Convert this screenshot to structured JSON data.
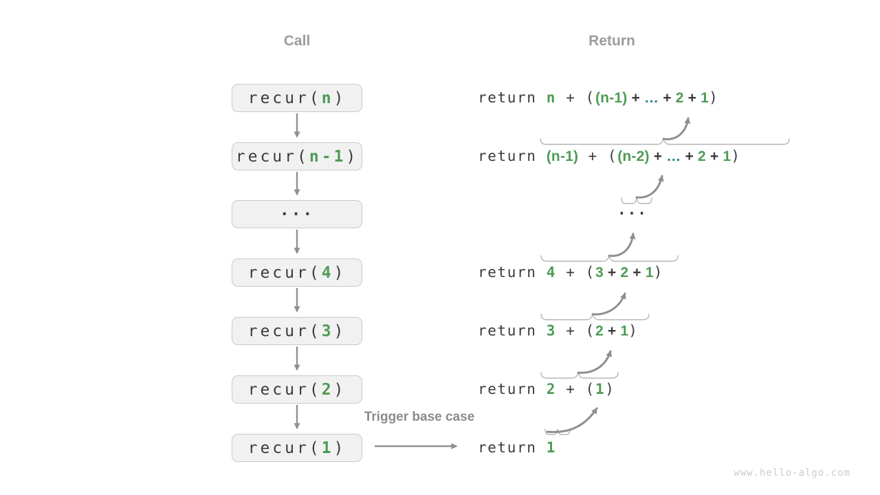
{
  "colors": {
    "green": "#4e9b55",
    "teal": "#2a808f",
    "text_dark": "#3b3b3b",
    "heading_gray": "#9c9c9c",
    "arrow_gray": "#8f8f8f",
    "brace_gray": "#b6b6b6",
    "box_fill": "#f1f1f1",
    "box_border": "#c9c9c9",
    "watermark_gray": "#cbcbcb"
  },
  "headings": {
    "call": "Call",
    "return": "Return"
  },
  "call_stack": {
    "boxes": [
      {
        "pre": "recur(",
        "arg": "n",
        "post": ")"
      },
      {
        "pre": "recur(",
        "arg": "n-1",
        "post": ")"
      },
      {
        "pre": "",
        "arg": "...",
        "post": ""
      },
      {
        "pre": "recur(",
        "arg": "4",
        "post": ")"
      },
      {
        "pre": "recur(",
        "arg": "3",
        "post": ")"
      },
      {
        "pre": "recur(",
        "arg": "2",
        "post": ")"
      },
      {
        "pre": "recur(",
        "arg": "1",
        "post": ")"
      }
    ]
  },
  "trigger_label": "Trigger base case",
  "return_lines": [
    {
      "segments": [
        {
          "t": "return ",
          "s": "mono"
        },
        {
          "t": "n",
          "s": "mono green"
        },
        {
          "t": " + (",
          "s": "mono"
        },
        {
          "t": "(n-1)",
          "s": "cond green"
        },
        {
          "t": " + ",
          "s": "cond"
        },
        {
          "t": "…",
          "s": "cond teal"
        },
        {
          "t": " + ",
          "s": "cond"
        },
        {
          "t": "2",
          "s": "cond green"
        },
        {
          "t": " + ",
          "s": "cond"
        },
        {
          "t": "1",
          "s": "cond green"
        },
        {
          "t": ")",
          "s": "mono"
        }
      ]
    },
    {
      "segments": [
        {
          "t": "return ",
          "s": "mono"
        },
        {
          "t": "(n-1)",
          "s": "cond green"
        },
        {
          "t": " + (",
          "s": "mono"
        },
        {
          "t": "(n-2)",
          "s": "cond green"
        },
        {
          "t": " + ",
          "s": "cond"
        },
        {
          "t": "…",
          "s": "cond teal"
        },
        {
          "t": " + ",
          "s": "cond"
        },
        {
          "t": "2",
          "s": "cond green"
        },
        {
          "t": " + ",
          "s": "cond"
        },
        {
          "t": "1",
          "s": "cond green"
        },
        {
          "t": ")",
          "s": "mono"
        }
      ]
    },
    {
      "segments": [
        {
          "t": "...",
          "s": "dots"
        }
      ]
    },
    {
      "segments": [
        {
          "t": "return ",
          "s": "mono"
        },
        {
          "t": "4",
          "s": "mono green"
        },
        {
          "t": " + (",
          "s": "mono"
        },
        {
          "t": "3",
          "s": "cond green"
        },
        {
          "t": " + ",
          "s": "cond"
        },
        {
          "t": "2",
          "s": "cond green"
        },
        {
          "t": " + ",
          "s": "cond"
        },
        {
          "t": "1",
          "s": "cond green"
        },
        {
          "t": ")",
          "s": "mono"
        }
      ]
    },
    {
      "segments": [
        {
          "t": "return ",
          "s": "mono"
        },
        {
          "t": "3",
          "s": "mono green"
        },
        {
          "t": " + (",
          "s": "mono"
        },
        {
          "t": "2",
          "s": "cond green"
        },
        {
          "t": " + ",
          "s": "cond"
        },
        {
          "t": "1",
          "s": "cond green"
        },
        {
          "t": ")",
          "s": "mono"
        }
      ]
    },
    {
      "segments": [
        {
          "t": "return ",
          "s": "mono"
        },
        {
          "t": "2",
          "s": "mono green"
        },
        {
          "t": " + (",
          "s": "mono"
        },
        {
          "t": "1",
          "s": "mono green"
        },
        {
          "t": ")",
          "s": "mono"
        }
      ]
    },
    {
      "segments": [
        {
          "t": "return ",
          "s": "mono"
        },
        {
          "t": "1",
          "s": "mono green"
        }
      ]
    }
  ],
  "watermark": "www.hello-algo.com"
}
